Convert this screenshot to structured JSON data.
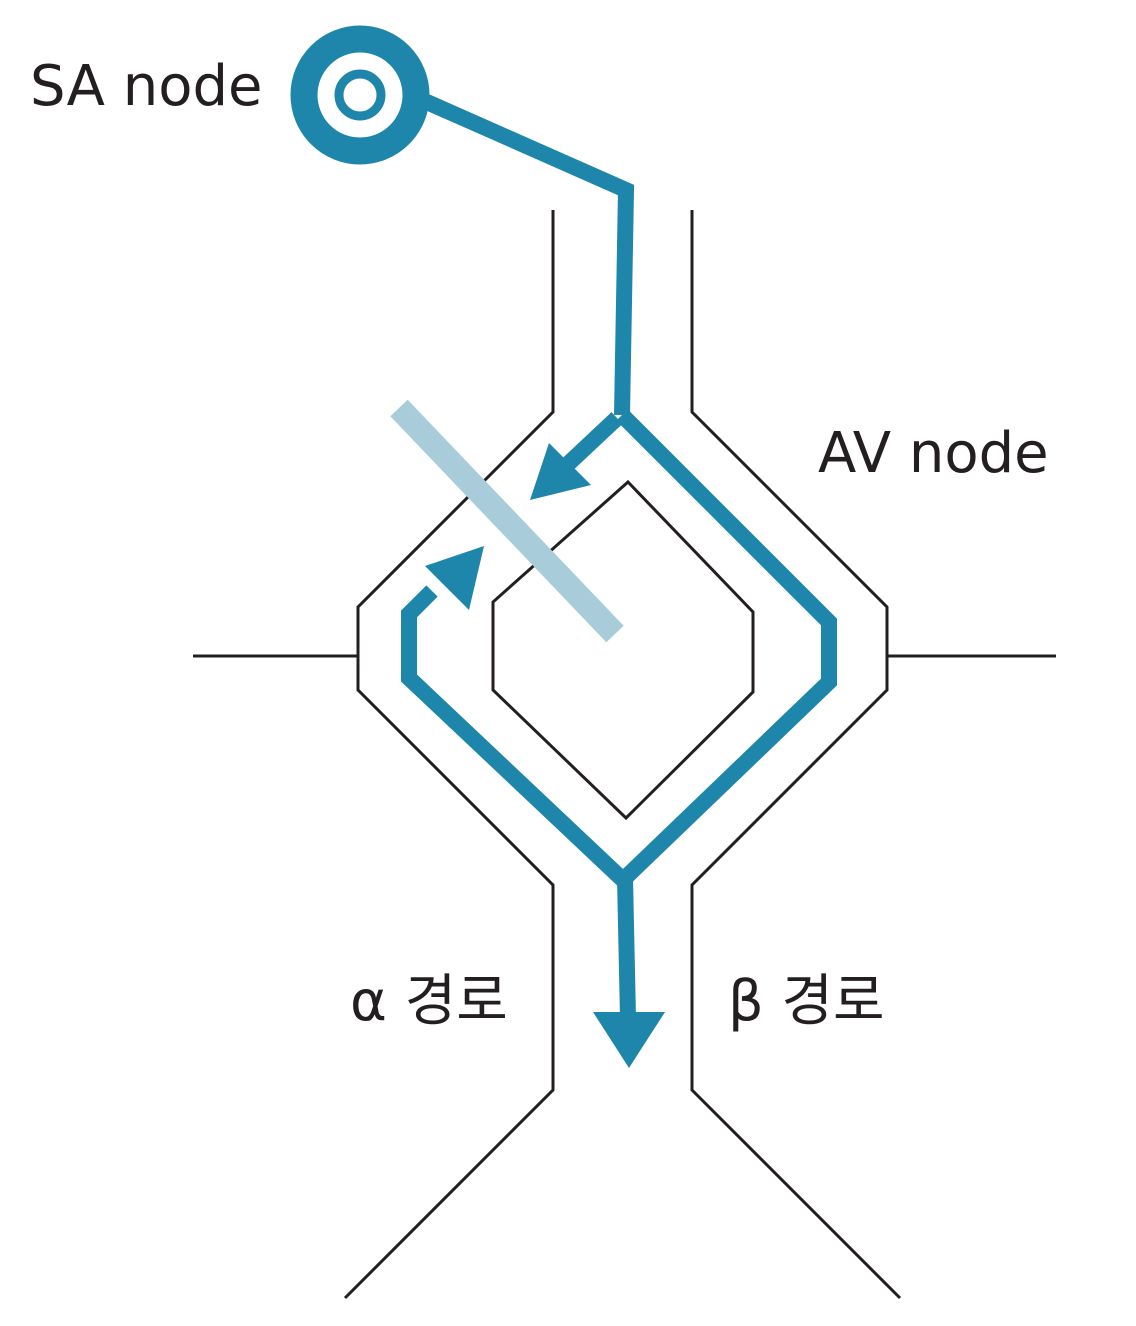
{
  "colors": {
    "conduction": "#1f86ab",
    "block": "#a9ccdb",
    "outline": "#231f20",
    "text": "#231f20"
  },
  "labels": {
    "sa_node": "SA node",
    "av_node": "AV node",
    "alpha_pathway": "α 경로",
    "beta_pathway": "β 경로"
  }
}
